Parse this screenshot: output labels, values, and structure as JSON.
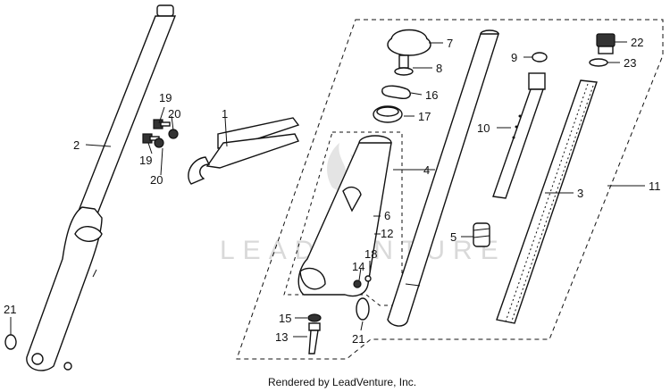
{
  "watermark": "LEADVENTURE",
  "credit": "Rendered by LeadVenture, Inc.",
  "callouts": {
    "c1": "1",
    "c2": "2",
    "c3": "3",
    "c4": "4",
    "c5": "5",
    "c6": "6",
    "c7": "7",
    "c8": "8",
    "c9": "9",
    "c10": "10",
    "c11": "11",
    "c12": "12",
    "c13": "13",
    "c14": "14",
    "c15": "15",
    "c16": "16",
    "c17": "17",
    "c18": "18",
    "c19a": "19",
    "c19b": "19",
    "c20a": "20",
    "c20b": "20",
    "c21a": "21",
    "c21b": "21",
    "c22": "22",
    "c23": "23"
  }
}
